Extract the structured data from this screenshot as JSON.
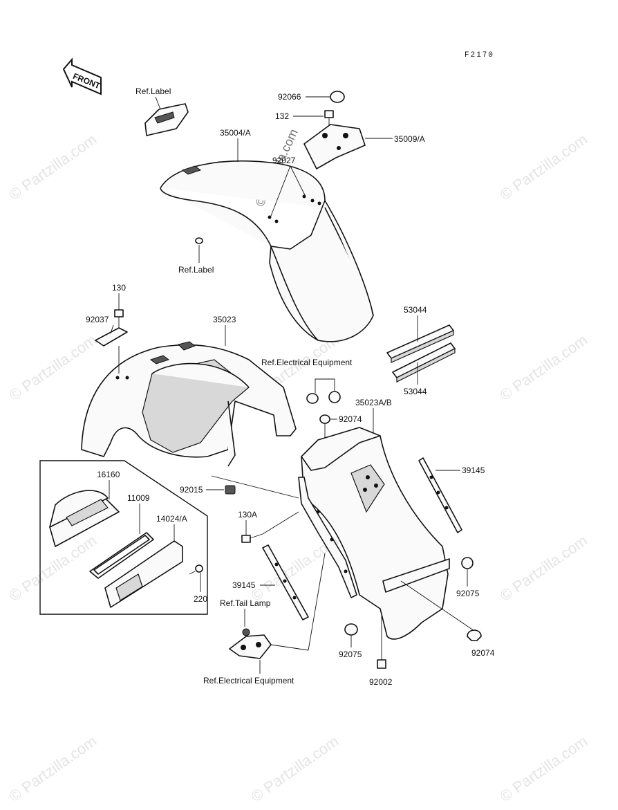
{
  "diagram_code": "F2170",
  "watermark": "© Partzilla.com",
  "front_arrow": "FRONT",
  "labels": {
    "ref_label_top": "Ref.Label",
    "ref_label_mid": "Ref.Label",
    "p92066": "92066",
    "p132": "132",
    "p35009A": "35009/A",
    "p35004A": "35004/A",
    "p92027": "92027",
    "p130": "130",
    "p92037": "92037",
    "p35023": "35023",
    "p53044_top": "53044",
    "p53044_bot": "53044",
    "ref_electrical_top": "Ref.Electrical Equipment",
    "p35023AB": "35023A/B",
    "p92074_top": "92074",
    "p16160": "16160",
    "p11009": "11009",
    "p14024A": "14024/A",
    "p220": "220",
    "p92015": "92015",
    "p130A": "130A",
    "p39145_right": "39145",
    "p39145_left": "39145",
    "ref_tail_lamp": "Ref.Tail Lamp",
    "p92075_right": "92075",
    "p92075_left": "92075",
    "p92074_bot": "92074",
    "p92002": "92002",
    "ref_electrical_bot": "Ref.Electrical Equipment"
  }
}
